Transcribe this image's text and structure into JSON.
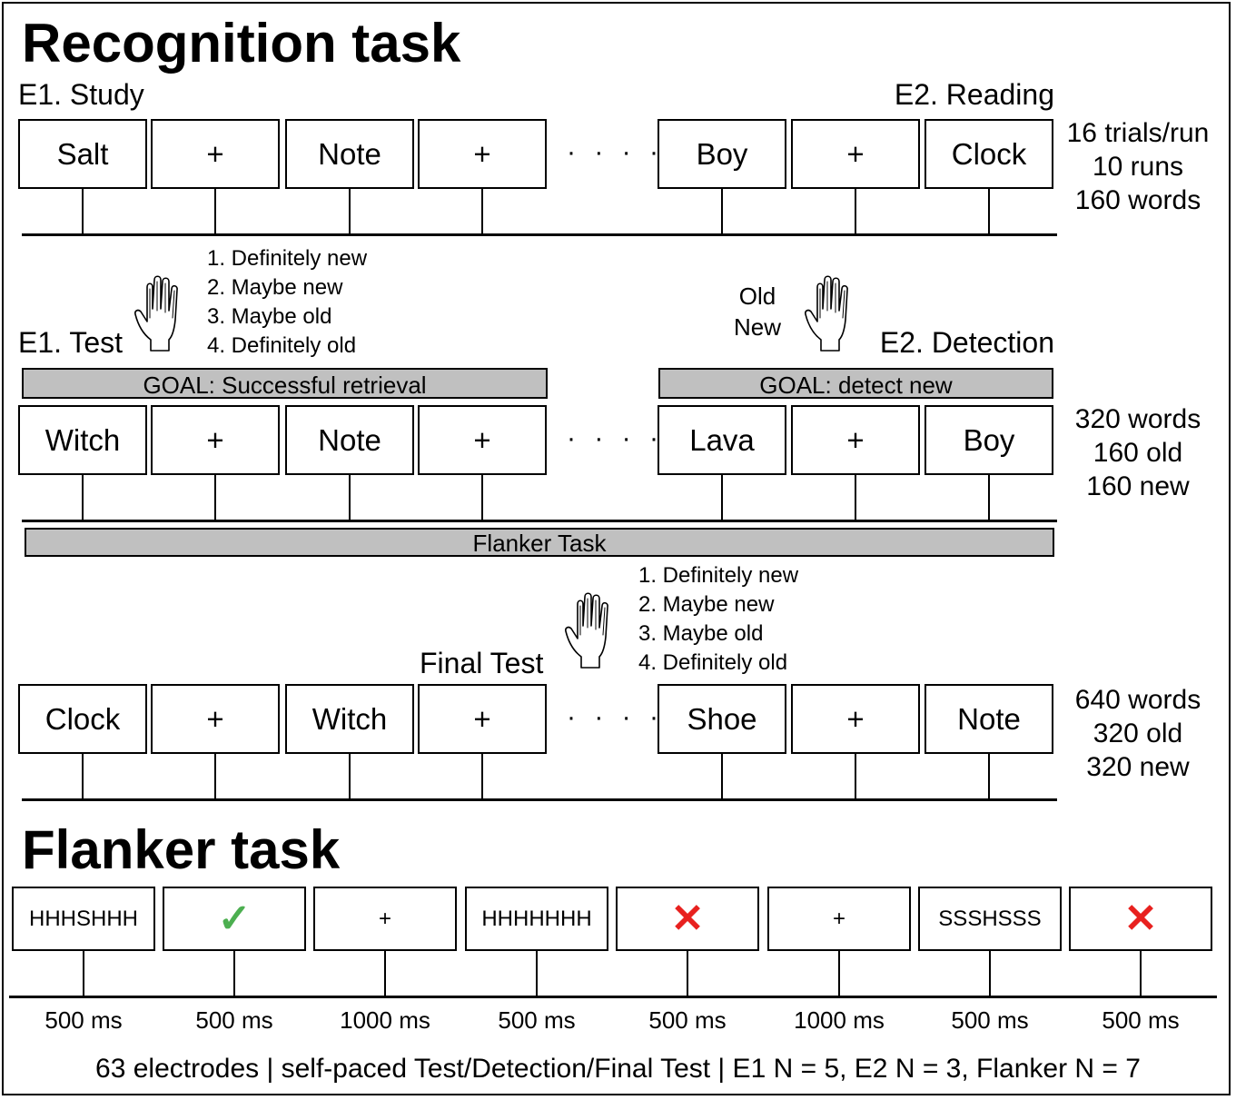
{
  "recognition": {
    "title": "Recognition task",
    "study_label": "E1. Study",
    "reading_label": "E2. Reading",
    "study_row": [
      "Salt",
      "+",
      "Note",
      "+",
      "Boy",
      "+",
      "Clock"
    ],
    "study_stats": [
      "16 trials/run",
      "10 runs",
      "160 words"
    ],
    "test_label": "E1. Test",
    "detection_label": "E2. Detection",
    "test_responses": [
      "1. Definitely new",
      "2. Maybe new",
      "3. Maybe old",
      "4. Definitely old"
    ],
    "detection_responses": [
      "Old",
      "New"
    ],
    "goal_test": "GOAL: Successful retrieval",
    "goal_detection": "GOAL: detect new",
    "test_row": [
      "Witch",
      "+",
      "Note",
      "+",
      "Lava",
      "+",
      "Boy"
    ],
    "test_stats": [
      "320 words",
      "160 old",
      "160 new"
    ],
    "flanker_bar": "Flanker Task",
    "final_label": "Final Test",
    "final_responses": [
      "1. Definitely new",
      "2. Maybe new",
      "3. Maybe old",
      "4. Definitely old"
    ],
    "final_row": [
      "Clock",
      "+",
      "Witch",
      "+",
      "Shoe",
      "+",
      "Note"
    ],
    "final_stats": [
      "640 words",
      "320 old",
      "320 new"
    ],
    "ellipsis": "· · · ·"
  },
  "flanker": {
    "title": "Flanker task",
    "frames": [
      {
        "text": "HHHSHHH",
        "kind": "text",
        "duration": "500 ms"
      },
      {
        "text": "✓",
        "kind": "correct",
        "duration": "500 ms"
      },
      {
        "text": "+",
        "kind": "fixation",
        "duration": "1000 ms"
      },
      {
        "text": "HHHHHHH",
        "kind": "text",
        "duration": "500 ms"
      },
      {
        "text": "✕",
        "kind": "incorrect",
        "duration": "500 ms"
      },
      {
        "text": "+",
        "kind": "fixation",
        "duration": "1000 ms"
      },
      {
        "text": "SSSHSSS",
        "kind": "text",
        "duration": "500 ms"
      },
      {
        "text": "✕",
        "kind": "incorrect",
        "duration": "500 ms"
      }
    ],
    "colors": {
      "correct": "#4caf50",
      "incorrect": "#e8211f"
    }
  },
  "footer": "63 electrodes | self-paced Test/Detection/Final Test | E1 N = 5, E2 N = 3, Flanker N = 7",
  "icons": {
    "hand": "hand-icon"
  }
}
